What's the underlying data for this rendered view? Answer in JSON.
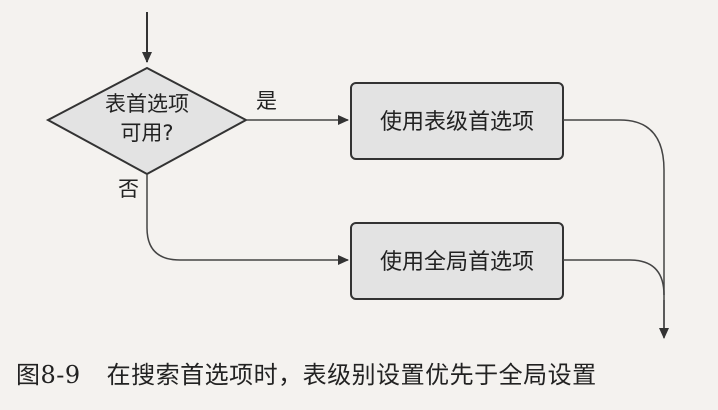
{
  "decision": {
    "line1": "表首选项",
    "line2": "可用?"
  },
  "branch_yes_label": "是",
  "branch_no_label": "否",
  "box_table": {
    "label": "使用表级首选项"
  },
  "box_global": {
    "label": "使用全局首选项"
  },
  "caption": {
    "figure_number": "图8-9",
    "text": "在搜索首选项时，表级别设置优先于全局设置"
  },
  "colors": {
    "box_fill": "#e3e3e3",
    "stroke": "#333333",
    "line": "#444444",
    "background": "#f4f2ef"
  }
}
